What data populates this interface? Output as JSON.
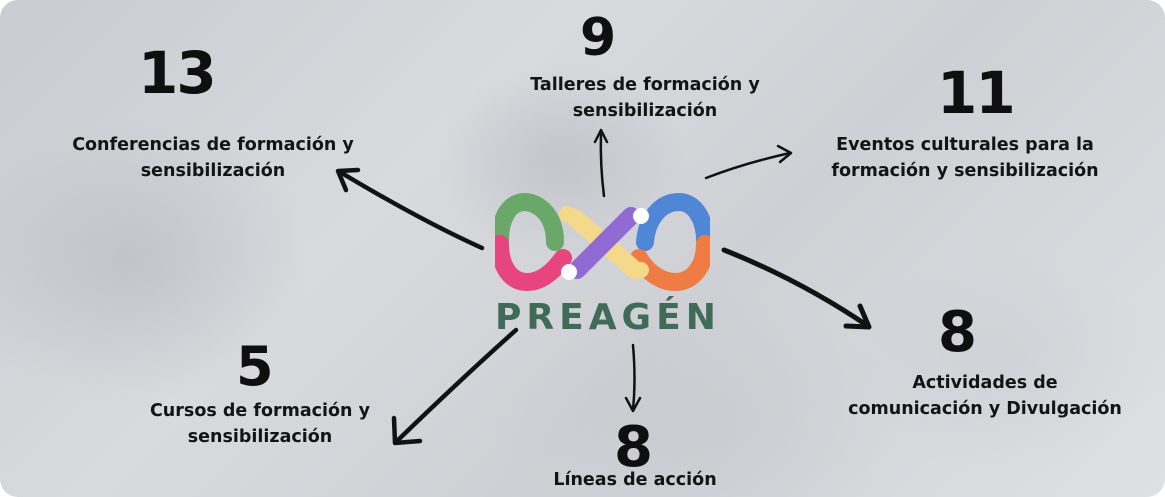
{
  "brand": {
    "name": "PREAGÉN",
    "name_color": "#3f6b57"
  },
  "logo_colors": {
    "green": "#6aa86a",
    "blue": "#4f86d6",
    "pink": "#e6457d",
    "orange": "#ef7c44",
    "purple": "#8f6ad3",
    "yellow": "#f4d98a"
  },
  "items": [
    {
      "number": "13",
      "label_line1": "Conferencias de formación y",
      "label_line2": "sensibilización"
    },
    {
      "number": "9",
      "label_line1": "Talleres de formación y",
      "label_line2": "sensibilización"
    },
    {
      "number": "11",
      "label_line1": "Eventos culturales para la",
      "label_line2": "formación y sensibilización"
    },
    {
      "number": "5",
      "label_line1": "Cursos de formación y",
      "label_line2": "sensibilización"
    },
    {
      "number": "8",
      "label_line1": "Actividades de",
      "label_line2": "comunicación y Divulgación"
    },
    {
      "number": "8",
      "label_line1": "Líneas de acción"
    }
  ]
}
